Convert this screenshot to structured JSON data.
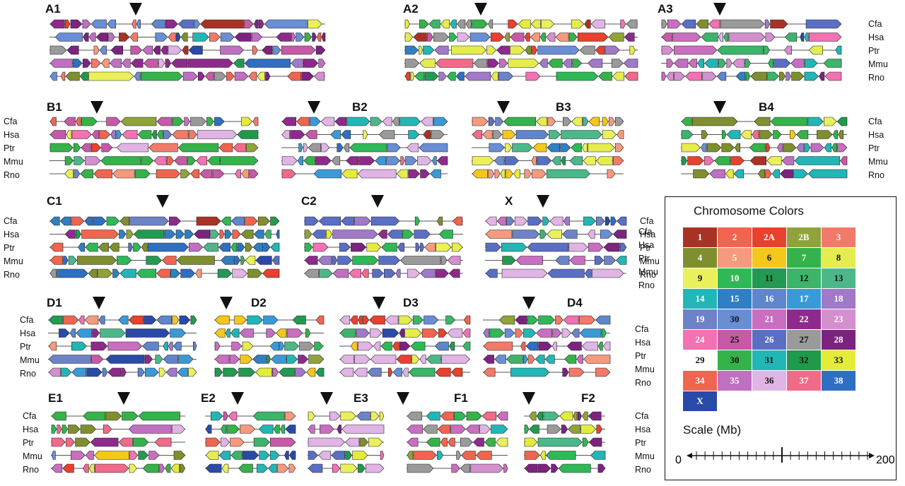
{
  "species": [
    "Cfa",
    "Hsa",
    "Ptr",
    "Mmu",
    "Rno"
  ],
  "panels": [
    {
      "id": "A1"
    },
    {
      "id": "A2"
    },
    {
      "id": "A3"
    },
    {
      "id": "B1"
    },
    {
      "id": "B2"
    },
    {
      "id": "B3"
    },
    {
      "id": "B4"
    },
    {
      "id": "C1"
    },
    {
      "id": "C2"
    },
    {
      "id": "X"
    },
    {
      "id": "D1"
    },
    {
      "id": "D2"
    },
    {
      "id": "D3"
    },
    {
      "id": "D4"
    },
    {
      "id": "E1"
    },
    {
      "id": "E2"
    },
    {
      "id": "E3"
    },
    {
      "id": "F1"
    },
    {
      "id": "F2"
    }
  ],
  "legend": {
    "title": "Chromosome Colors",
    "chromosomes": [
      {
        "label": "1",
        "color": "#a93226",
        "text": "#ffffff"
      },
      {
        "label": "2",
        "color": "#f0654f",
        "text": "#ffffff"
      },
      {
        "label": "2A",
        "color": "#e8412e",
        "text": "#ffffff"
      },
      {
        "label": "2B",
        "color": "#8fa33a",
        "text": "#ffffff"
      },
      {
        "label": "3",
        "color": "#f27a6a",
        "text": "#ffffff"
      },
      {
        "label": "4",
        "color": "#7f8f2f",
        "text": "#ffffff"
      },
      {
        "label": "5",
        "color": "#f59a7e",
        "text": "#ffffff"
      },
      {
        "label": "6",
        "color": "#f4c71c",
        "text": "#111111"
      },
      {
        "label": "7",
        "color": "#36b24a",
        "text": "#ffffff"
      },
      {
        "label": "8",
        "color": "#e4ec4e",
        "text": "#111111"
      },
      {
        "label": "9",
        "color": "#eaf05a",
        "text": "#111111"
      },
      {
        "label": "10",
        "color": "#2fb856",
        "text": "#ffffff"
      },
      {
        "label": "11",
        "color": "#239a52",
        "text": "#111111"
      },
      {
        "label": "12",
        "color": "#3cb46a",
        "text": "#111111"
      },
      {
        "label": "13",
        "color": "#4cb88a",
        "text": "#111111"
      },
      {
        "label": "14",
        "color": "#22b6b6",
        "text": "#ffffff"
      },
      {
        "label": "15",
        "color": "#2f7fc2",
        "text": "#ffffff"
      },
      {
        "label": "16",
        "color": "#5f86cc",
        "text": "#ffffff"
      },
      {
        "label": "17",
        "color": "#3a9ad8",
        "text": "#ffffff"
      },
      {
        "label": "18",
        "color": "#a07ac8",
        "text": "#ffffff"
      },
      {
        "label": "19",
        "color": "#6e82c8",
        "text": "#ffffff"
      },
      {
        "label": "30",
        "color": "#6a8ed4",
        "text": "#111111"
      },
      {
        "label": "21",
        "color": "#c96ec0",
        "text": "#ffffff"
      },
      {
        "label": "22",
        "color": "#8e2a8c",
        "text": "#ffffff"
      },
      {
        "label": "23",
        "color": "#d48fcf",
        "text": "#ffffff"
      },
      {
        "label": "24",
        "color": "#f272b2",
        "text": "#ffffff"
      },
      {
        "label": "25",
        "color": "#c65aa6",
        "text": "#111111"
      },
      {
        "label": "26",
        "color": "#5a6fc4",
        "text": "#ffffff"
      },
      {
        "label": "27",
        "color": "#9a9a9a",
        "text": "#111111"
      },
      {
        "label": "28",
        "color": "#7c2380",
        "text": "#ffffff"
      },
      {
        "label": "29",
        "color": "#ffffff",
        "text": "#111111"
      },
      {
        "label": "30",
        "color": "#36b24a",
        "text": "#111111"
      },
      {
        "label": "31",
        "color": "#22b6b6",
        "text": "#111111"
      },
      {
        "label": "32",
        "color": "#1f9a4a",
        "text": "#111111"
      },
      {
        "label": "33",
        "color": "#e4ec3a",
        "text": "#111111"
      },
      {
        "label": "34",
        "color": "#f0654f",
        "text": "#ffffff"
      },
      {
        "label": "35",
        "color": "#c070c0",
        "text": "#ffffff"
      },
      {
        "label": "36",
        "color": "#e0b4e4",
        "text": "#111111"
      },
      {
        "label": "37",
        "color": "#f06a8a",
        "text": "#ffffff"
      },
      {
        "label": "38",
        "color": "#2f6fc2",
        "text": "#ffffff"
      },
      {
        "label": "X",
        "color": "#2a4aa8",
        "text": "#ffffff"
      }
    ]
  },
  "scale": {
    "title": "Scale (Mb)",
    "min": "0",
    "max": "200"
  }
}
